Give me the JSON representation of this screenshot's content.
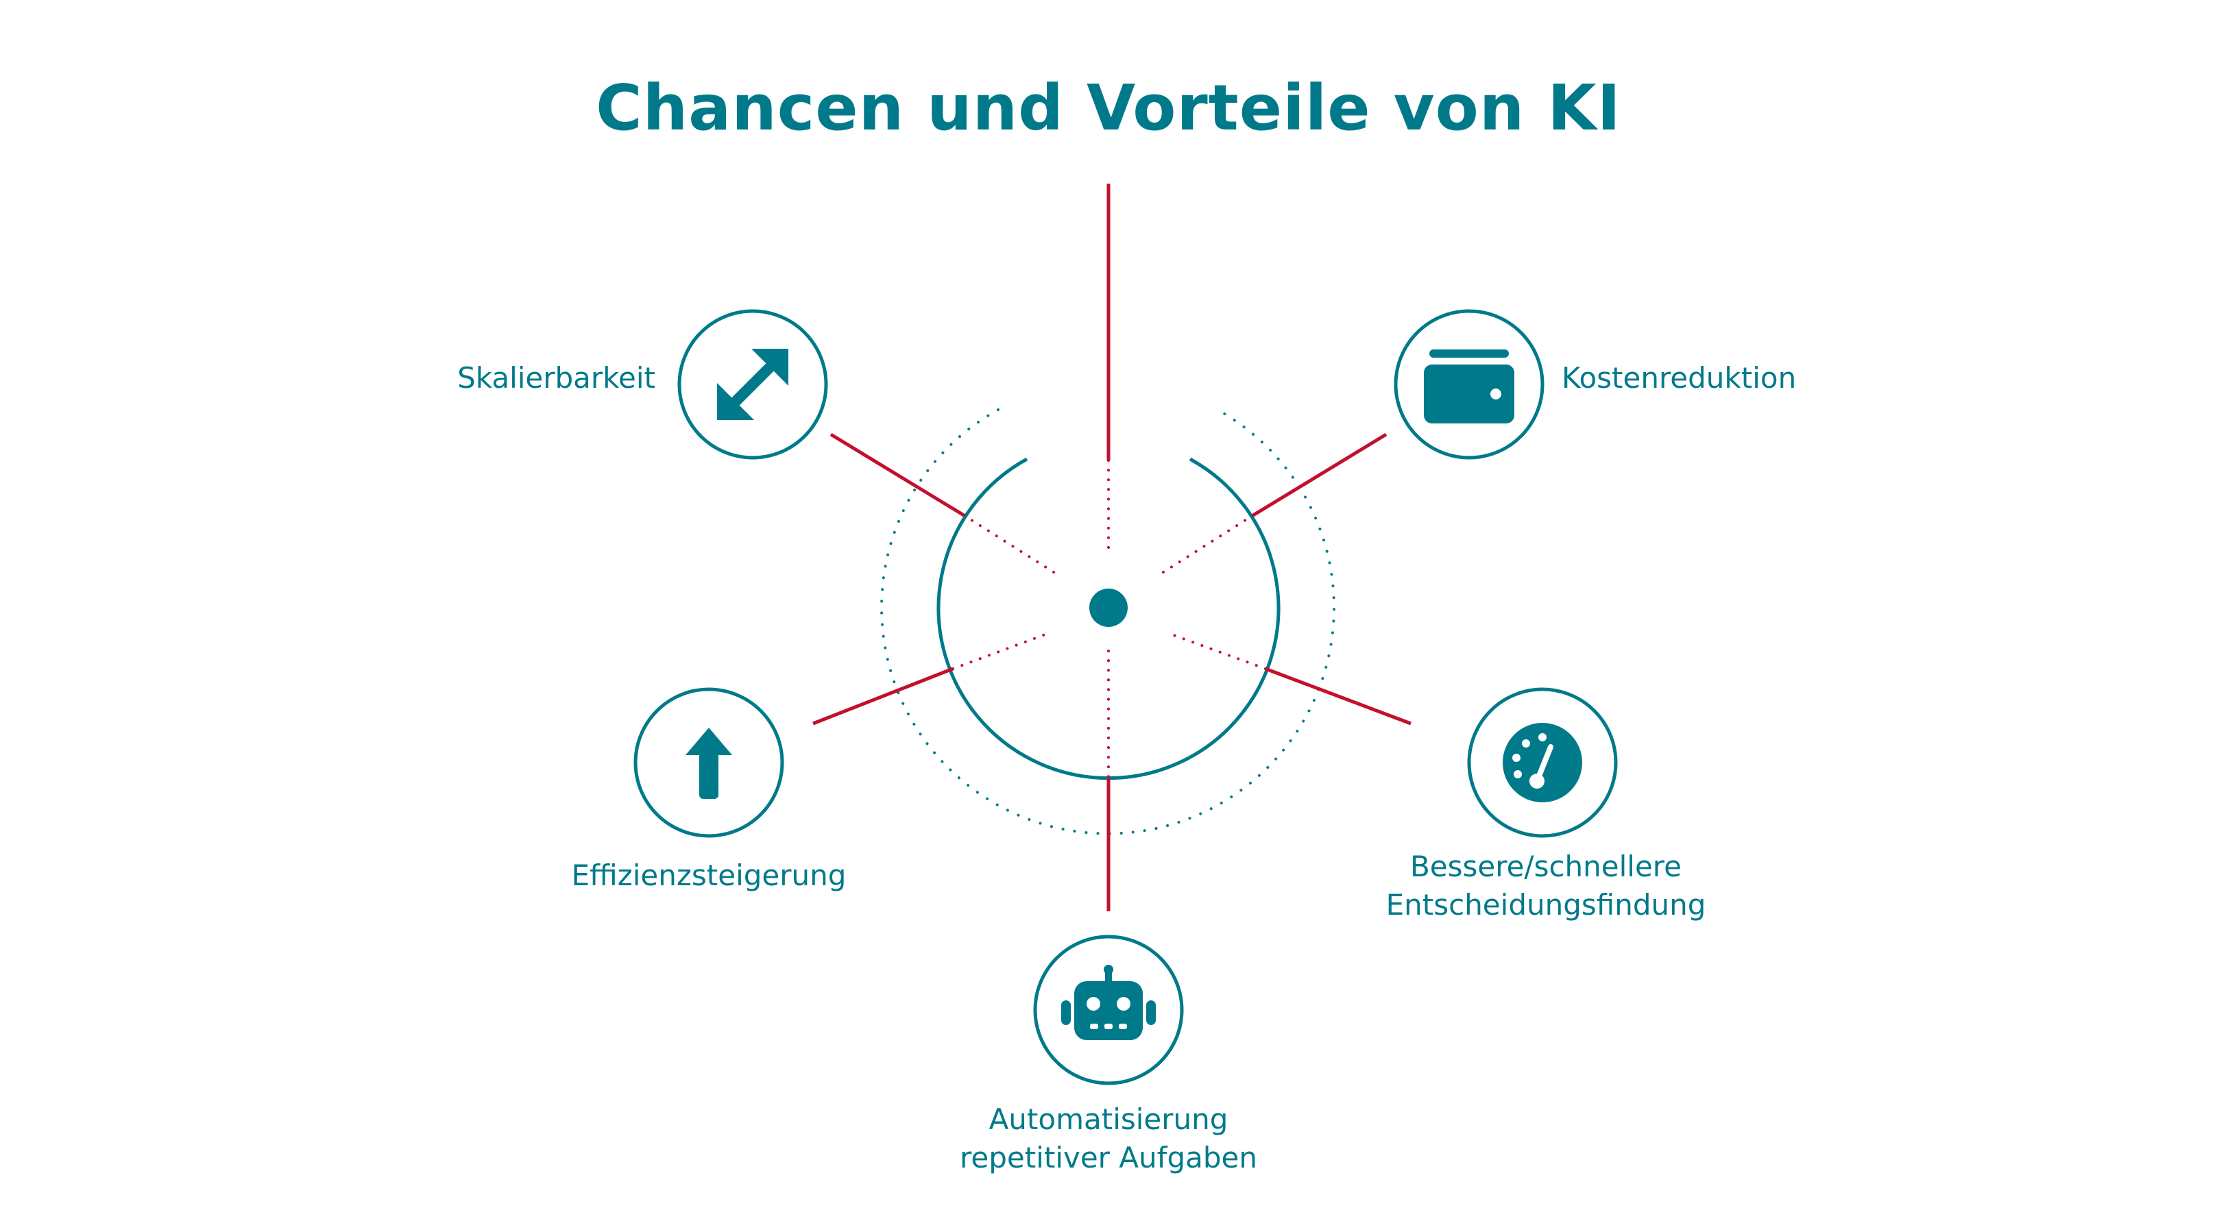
{
  "title": "Chancen und Vorteile von KI",
  "colors": {
    "teal": "#007A8A",
    "red": "#C3102E",
    "background": "#FFFFFF"
  },
  "nodes": [
    {
      "id": "skalierbarkeit",
      "icon": "resize-arrows-icon",
      "label_lines": [
        "Skalierbarkeit"
      ]
    },
    {
      "id": "kostenreduktion",
      "icon": "wallet-icon",
      "label_lines": [
        "Kostenreduktion"
      ]
    },
    {
      "id": "effizienzsteigerung",
      "icon": "arrow-up-icon",
      "label_lines": [
        "Effizienzsteigerung"
      ]
    },
    {
      "id": "entscheidungsfindung",
      "icon": "speedometer-icon",
      "label_lines": [
        "Bessere/schnellere",
        "Entscheidungsfindung"
      ]
    },
    {
      "id": "automatisierung",
      "icon": "robot-icon",
      "label_lines": [
        "Automatisierung",
        "repetitiver Aufgaben"
      ]
    }
  ]
}
